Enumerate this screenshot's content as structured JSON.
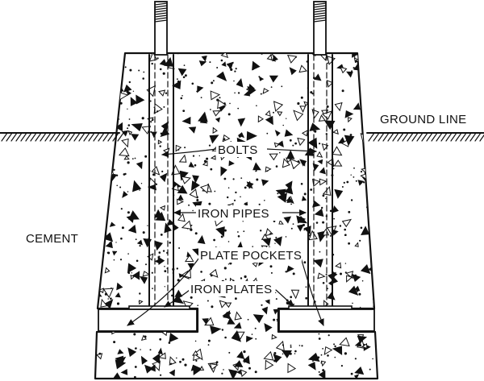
{
  "labels": {
    "ground_line": "GROUND LINE",
    "cement": "CEMENT",
    "bolts": "BOLTS",
    "iron_pipes": "IRON PIPES",
    "plate_pockets": "PLATE POCKETS",
    "iron_plates": "IRON PLATES"
  }
}
